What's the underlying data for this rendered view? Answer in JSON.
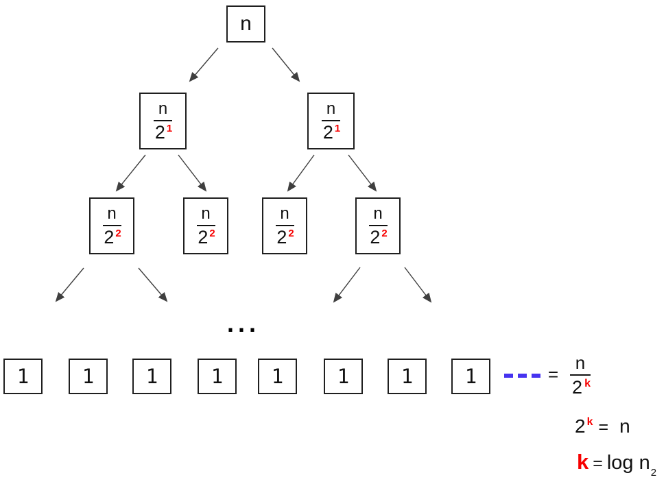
{
  "colors": {
    "box_border": "#1f1f1f",
    "text": "#111111",
    "exponent_red": "#f70000",
    "dash_blue": "#4633f0",
    "arrow_gray": "#3f3f3f"
  },
  "tree": {
    "root": {
      "label": "n"
    },
    "level1": [
      {
        "numerator": "n",
        "denominator": "2",
        "exponent": "1"
      },
      {
        "numerator": "n",
        "denominator": "2",
        "exponent": "1"
      }
    ],
    "level2": [
      {
        "numerator": "n",
        "denominator": "2",
        "exponent": "2"
      },
      {
        "numerator": "n",
        "denominator": "2",
        "exponent": "2"
      },
      {
        "numerator": "n",
        "denominator": "2",
        "exponent": "2"
      },
      {
        "numerator": "n",
        "denominator": "2",
        "exponent": "2"
      }
    ],
    "ellipsis": ". . .",
    "leaves": [
      "1",
      "1",
      "1",
      "1",
      "1",
      "1",
      "1",
      "1"
    ]
  },
  "equations": {
    "leaf_count": {
      "equals": "=",
      "numerator": "n",
      "denominator_base": "2",
      "denominator_exponent": "k"
    },
    "solve_step": {
      "lhs_base": "2",
      "lhs_exponent": "k",
      "equals": "=",
      "rhs": "n"
    },
    "result": {
      "lhs": "k",
      "equals": "=",
      "rhs": "log n",
      "rhs_subscript": "2"
    }
  }
}
